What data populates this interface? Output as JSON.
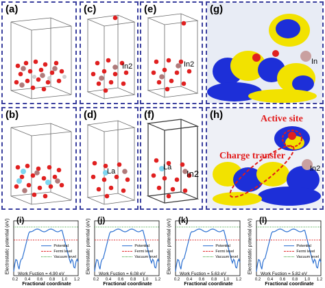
{
  "panels": {
    "a": "(a)",
    "b": "(b)",
    "c": "(c)",
    "d": "(d)",
    "e": "(e)",
    "f": "(f)",
    "g": "(g)",
    "h": "(h)"
  },
  "atom_labels": {
    "c_in2": "In2",
    "e_in2": "In2",
    "d_la": "La",
    "f_la": "La",
    "f_in2": "In2",
    "g_in": "In",
    "h_in2": "In2"
  },
  "annotations": {
    "active_site": "Active site",
    "charge_transfer": "Charge transfer"
  },
  "plots": [
    {
      "label": "(i)",
      "work_function": "Work Fuction = 4.90 eV"
    },
    {
      "label": "(j)",
      "work_function": "Work Fuction = 6.08 eV"
    },
    {
      "label": "(k)",
      "work_function": "Work Fuction = 5.63 eV"
    },
    {
      "label": "(l)",
      "work_function": "Work Fuction = 5.82 eV"
    }
  ],
  "plot_common": {
    "ylabel": "Electrostatic potential (eV)",
    "xlabel": "Fractional coordinate",
    "xticks": [
      "0.2",
      "0.4",
      "0.6",
      "0.8",
      "1.0",
      "1.2"
    ],
    "legend": {
      "potential": "Potential",
      "fermi": "Fermi level",
      "vacuum": "Vacuum level"
    }
  },
  "colors": {
    "frame": "#3a3f9e",
    "oxygen": "#e02020",
    "indium": "#b07a7a",
    "lanthanum": "#7fd6f0",
    "potential": "#2a6fd1",
    "fermi": "#e03030",
    "vacuum": "#2a9a2a",
    "iso_yellow": "#f2e200",
    "iso_blue": "#1d2fd8"
  }
}
